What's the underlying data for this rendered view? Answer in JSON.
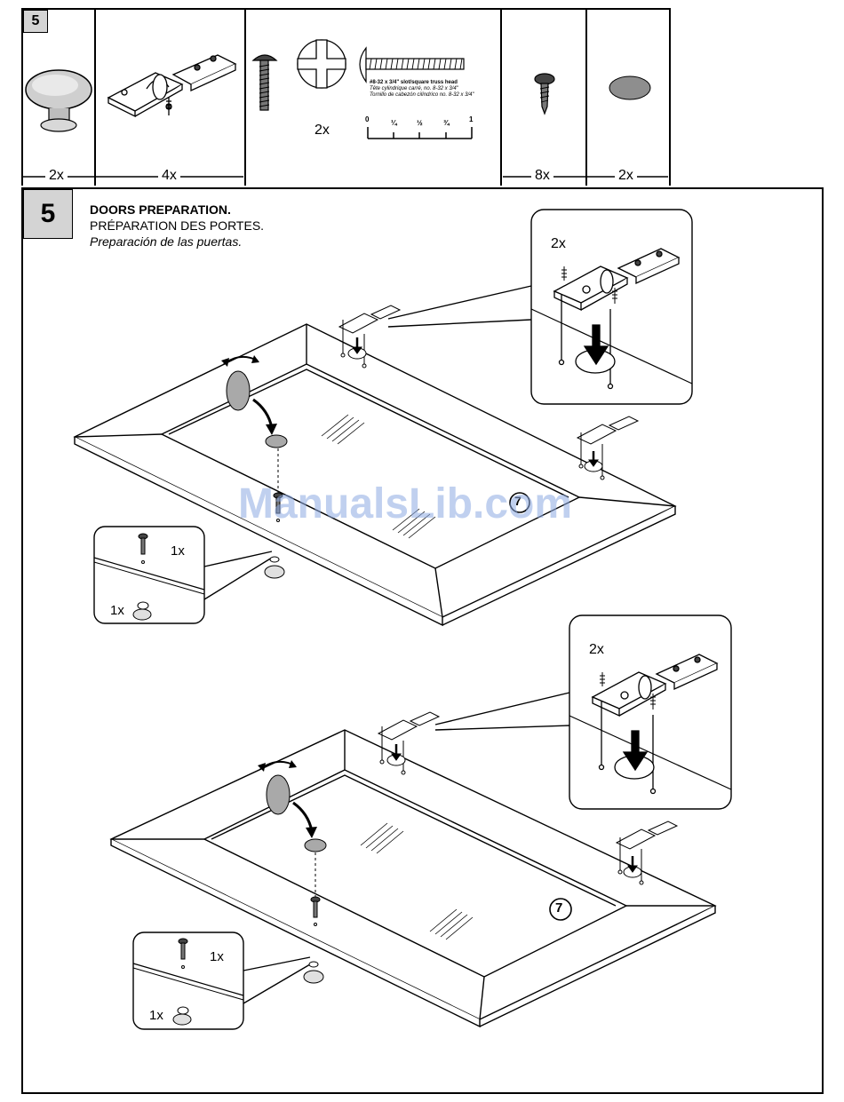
{
  "step_number": "5",
  "parts": {
    "knob_qty": "2x",
    "hinge_qty": "4x",
    "truss_screw_qty": "2x",
    "wood_screw_qty": "8x",
    "bumper_qty": "2x",
    "truss_screw_spec": {
      "line_en": "#8-32 x 3/4\" slot/square truss head",
      "line_fr": "Tête cylindrique carré, no. 8-32 x 3/4\"",
      "line_es": "Tornillo de cabezón cilíndrico no. 8-32 x 3/4\""
    },
    "scale_labels": [
      "0",
      "¼",
      "½",
      "¾",
      "1"
    ]
  },
  "title": {
    "en": "DOORS PREPARATION.",
    "fr": "PRÉPARATION DES PORTES.",
    "es": "Preparación de las puertas."
  },
  "door_top": {
    "hinge_callout_qty": "2x",
    "knob_callout_screw_qty": "1x",
    "knob_callout_knob_qty": "1x",
    "part_id": "7"
  },
  "door_bottom": {
    "hinge_callout_qty": "2x",
    "knob_callout_screw_qty": "1x",
    "knob_callout_knob_qty": "1x",
    "part_id": "7"
  },
  "watermark": "ManualsLib.com"
}
